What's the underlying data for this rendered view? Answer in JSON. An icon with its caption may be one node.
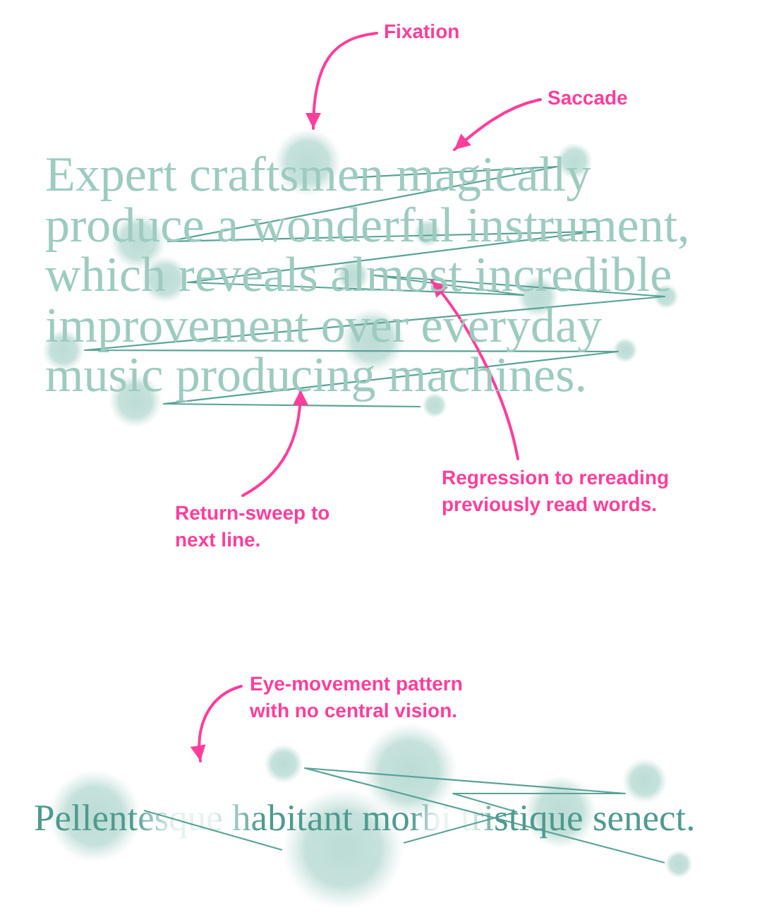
{
  "diagram": {
    "nodes": [
      {
        "text": [
          "Fixation"
        ]
      },
      {
        "text": [
          "Saccade"
        ]
      },
      {
        "text": [
          "Expert craftsmen magically produce a wonderful instrument, which reveals almost incredible improvement over everyday music producing machines."
        ]
      },
      {
        "text": [
          "Regression to rereading previously read words."
        ]
      },
      {
        "text": [
          "Return-sweep to next line."
        ]
      },
      {
        "text": [
          "Eye-movement pattern with no central vision."
        ]
      }
    ],
    "edges": [
      {
        "from": 0,
        "to": 2,
        "arrow": "to"
      },
      {
        "from": 1,
        "to": 2,
        "arrow": "to"
      },
      {
        "from": 3,
        "to": 2,
        "arrow": "to"
      },
      {
        "from": 4,
        "to": 2,
        "arrow": "to"
      },
      {
        "from": 5,
        "to": null,
        "arrow": "to"
      }
    ],
    "labels": [
      "Pellentesque habitant morbi tristique senect."
    ]
  }
}
